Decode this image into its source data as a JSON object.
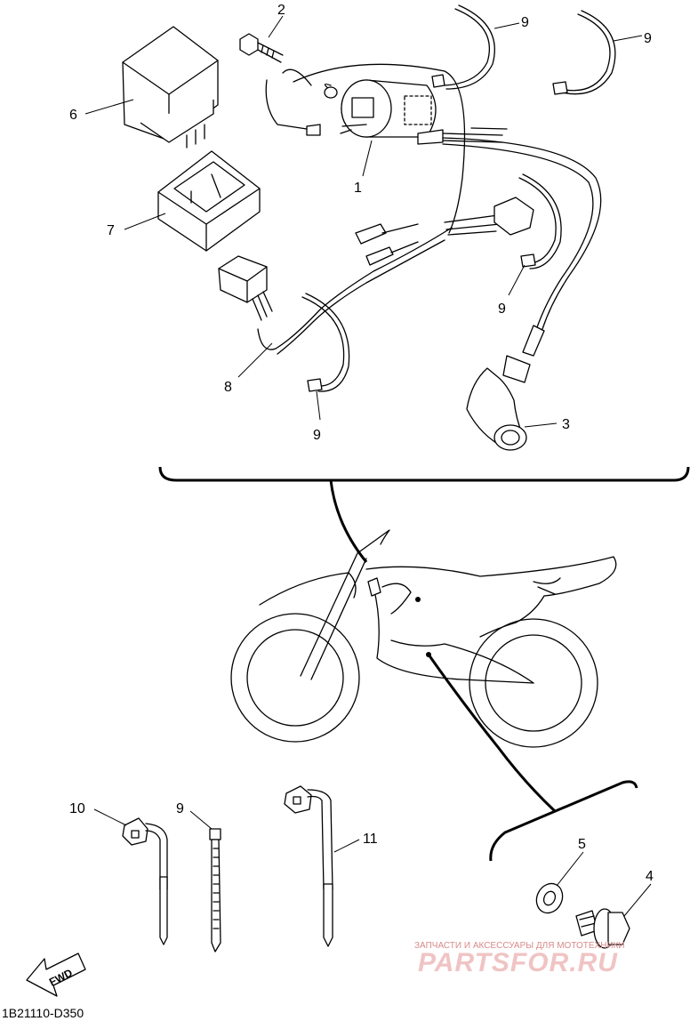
{
  "diagram_code": "1B21110-D350",
  "watermark": {
    "tagline": "ЗАПЧАСТИ И АКСЕССУАРЫ ДЛЯ МОТОТЕХНИКИ",
    "brand": "PARTSFOR.RU"
  },
  "fwd_label": "FWD",
  "callouts": {
    "coil": "1",
    "bolt": "2",
    "plug_cap": "3",
    "flange_bolt": "4",
    "washer": "5",
    "cdi_unit": "6",
    "cdi_case": "7",
    "harness": "8",
    "band_top_left": "9",
    "band_top_right": "9",
    "band_mid": "9",
    "band_lower": "9",
    "band_loose": "9",
    "clip_10": "10",
    "clip_11": "11"
  }
}
